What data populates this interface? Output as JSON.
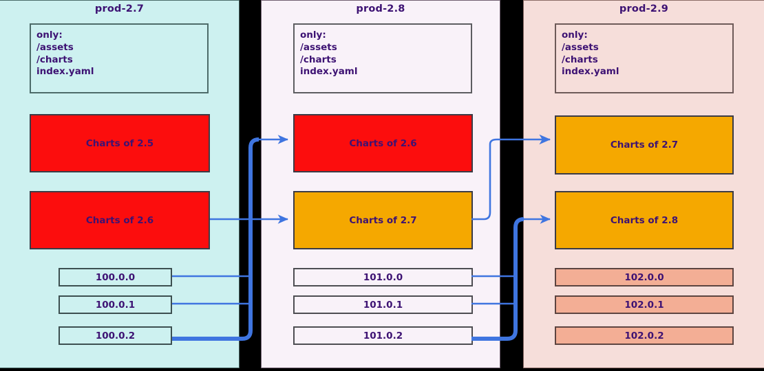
{
  "columns": [
    {
      "title": "prod-2.7",
      "bg": "#CDF1F0",
      "only": {
        "l0": "only:",
        "l1": "/assets",
        "l2": "/charts",
        "l3": "index.yaml"
      },
      "charts": [
        {
          "label": "Charts of 2.5",
          "color": "#FC0D0D"
        },
        {
          "label": "Charts of 2.6",
          "color": "#FC0D0D"
        }
      ],
      "versions": [
        "100.0.0",
        "100.0.1",
        "100.0.2"
      ]
    },
    {
      "title": "prod-2.8",
      "bg": "#F9F2F9",
      "only": {
        "l0": "only:",
        "l1": "/assets",
        "l2": "/charts",
        "l3": "index.yaml"
      },
      "charts": [
        {
          "label": "Charts of 2.6",
          "color": "#FC0D0D"
        },
        {
          "label": "Charts of 2.7",
          "color": "#F5A800"
        }
      ],
      "versions": [
        "101.0.0",
        "101.0.1",
        "101.0.2"
      ]
    },
    {
      "title": "prod-2.9",
      "bg": "#F6DEDA",
      "only": {
        "l0": "only:",
        "l1": "/assets",
        "l2": "/charts",
        "l3": "index.yaml"
      },
      "charts": [
        {
          "label": "Charts of 2.7",
          "color": "#F5A800"
        },
        {
          "label": "Charts of 2.8",
          "color": "#F5A800"
        }
      ],
      "versions": [
        "102.0.0",
        "102.0.1",
        "102.0.2"
      ]
    }
  ],
  "theme": {
    "text_color": "#3d1273",
    "arrow_color": "#3f75E0",
    "gap_color": "#000000",
    "red": "#FC0D0D",
    "orange": "#F5A800",
    "salmon": "#F3AE95"
  },
  "flows": [
    {
      "from": "prod-2.7 / Charts of 2.6",
      "to": "prod-2.8 / Charts of 2.6"
    },
    {
      "from": "prod-2.7 / Charts of 2.6",
      "to": "prod-2.8 / Charts of 2.7"
    },
    {
      "from": "prod-2.7 / 100.0.0",
      "to": "prod-2.8 trunk"
    },
    {
      "from": "prod-2.7 / 100.0.1",
      "to": "prod-2.8 trunk"
    },
    {
      "from": "prod-2.7 / 100.0.2",
      "to": "prod-2.8 trunk"
    },
    {
      "from": "prod-2.8 / Charts of 2.7",
      "to": "prod-2.9 / Charts of 2.7"
    },
    {
      "from": "prod-2.8 / 101.0.0",
      "to": "prod-2.9 / Charts of 2.8"
    },
    {
      "from": "prod-2.8 / 101.0.1",
      "to": "prod-2.9 trunk"
    },
    {
      "from": "prod-2.8 / 101.0.2",
      "to": "prod-2.9 trunk"
    }
  ]
}
